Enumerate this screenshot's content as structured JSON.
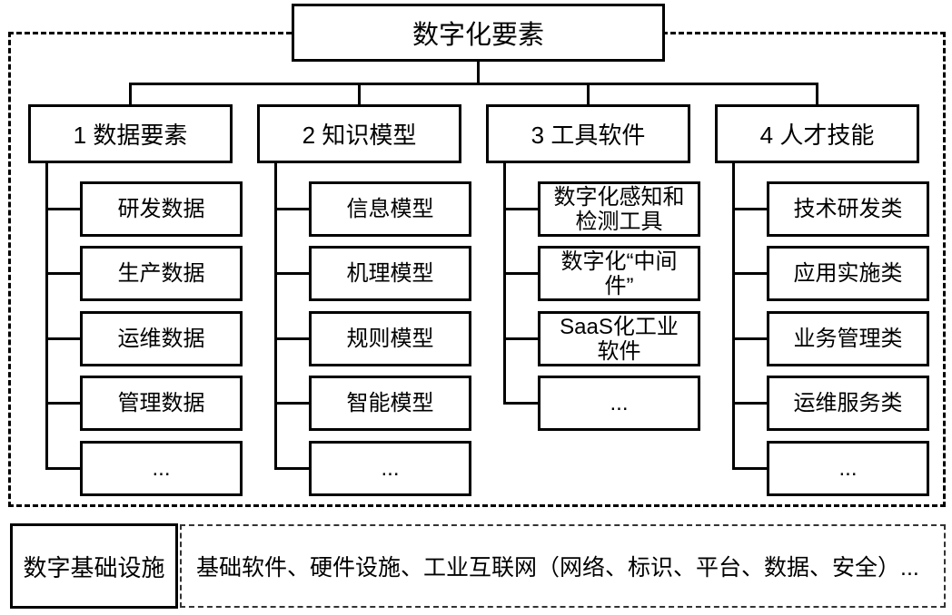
{
  "root": {
    "label": "数字化要素"
  },
  "columns": [
    {
      "label": "1 数据要素",
      "children": [
        "研发数据",
        "生产数据",
        "运维数据",
        "管理数据",
        "..."
      ]
    },
    {
      "label": "2 知识模型",
      "children": [
        "信息模型",
        "机理模型",
        "规则模型",
        "智能模型",
        "..."
      ]
    },
    {
      "label": "3 工具软件",
      "children": [
        "数字化感知和\n检测工具",
        "数字化“中间\n件”",
        "SaaS化工业\n软件",
        "..."
      ]
    },
    {
      "label": "4 人才技能",
      "children": [
        "技术研发类",
        "应用实施类",
        "业务管理类",
        "运维服务类",
        "..."
      ]
    }
  ],
  "infrastructure": {
    "label": "数字基础设施",
    "description": "基础软件、硬件设施、工业互联网（网络、标识、平台、数据、安全）..."
  },
  "colors": {
    "line": "#000000",
    "background": "#ffffff",
    "dotted_border": "#333333"
  }
}
